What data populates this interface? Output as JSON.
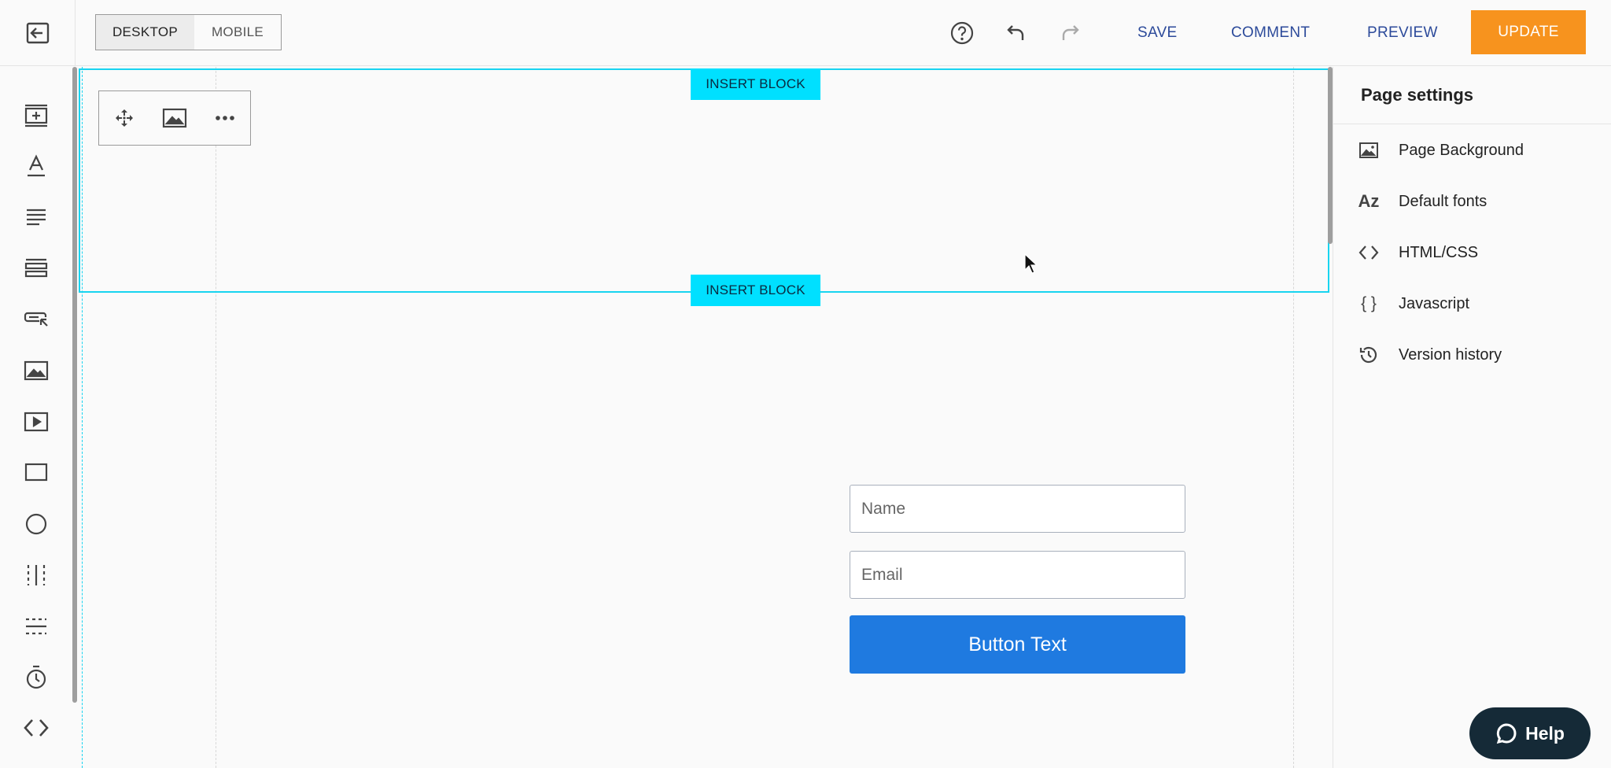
{
  "toolbar": {
    "view_options": [
      {
        "label": "DESKTOP",
        "active": true
      },
      {
        "label": "MOBILE",
        "active": false
      }
    ],
    "save_label": "SAVE",
    "comment_label": "COMMENT",
    "preview_label": "PREVIEW",
    "update_label": "UPDATE",
    "accent_color": "#f7931e",
    "link_color": "#2c4a9a"
  },
  "canvas": {
    "insert_block_label": "INSERT BLOCK",
    "guide_color": "#18d4f0",
    "form": {
      "name_placeholder": "Name",
      "email_placeholder": "Email",
      "button_label": "Button Text",
      "button_color": "#1f7ae0"
    }
  },
  "left_tools": [
    "add-section-icon",
    "text-icon",
    "paragraph-icon",
    "list-icon",
    "button-icon",
    "image-icon",
    "video-icon",
    "box-icon",
    "circle-icon",
    "spacer-icon",
    "divider-icon",
    "timer-icon",
    "code-icon"
  ],
  "right_panel": {
    "title": "Page settings",
    "items": [
      {
        "label": "Page Background",
        "icon": "image-icon"
      },
      {
        "label": "Default fonts",
        "icon": "font-icon",
        "glyph": "Az"
      },
      {
        "label": "HTML/CSS",
        "icon": "code-icon"
      },
      {
        "label": "Javascript",
        "icon": "braces-icon",
        "glyph": "{ }"
      },
      {
        "label": "Version history",
        "icon": "history-icon"
      }
    ]
  },
  "help": {
    "label": "Help"
  }
}
